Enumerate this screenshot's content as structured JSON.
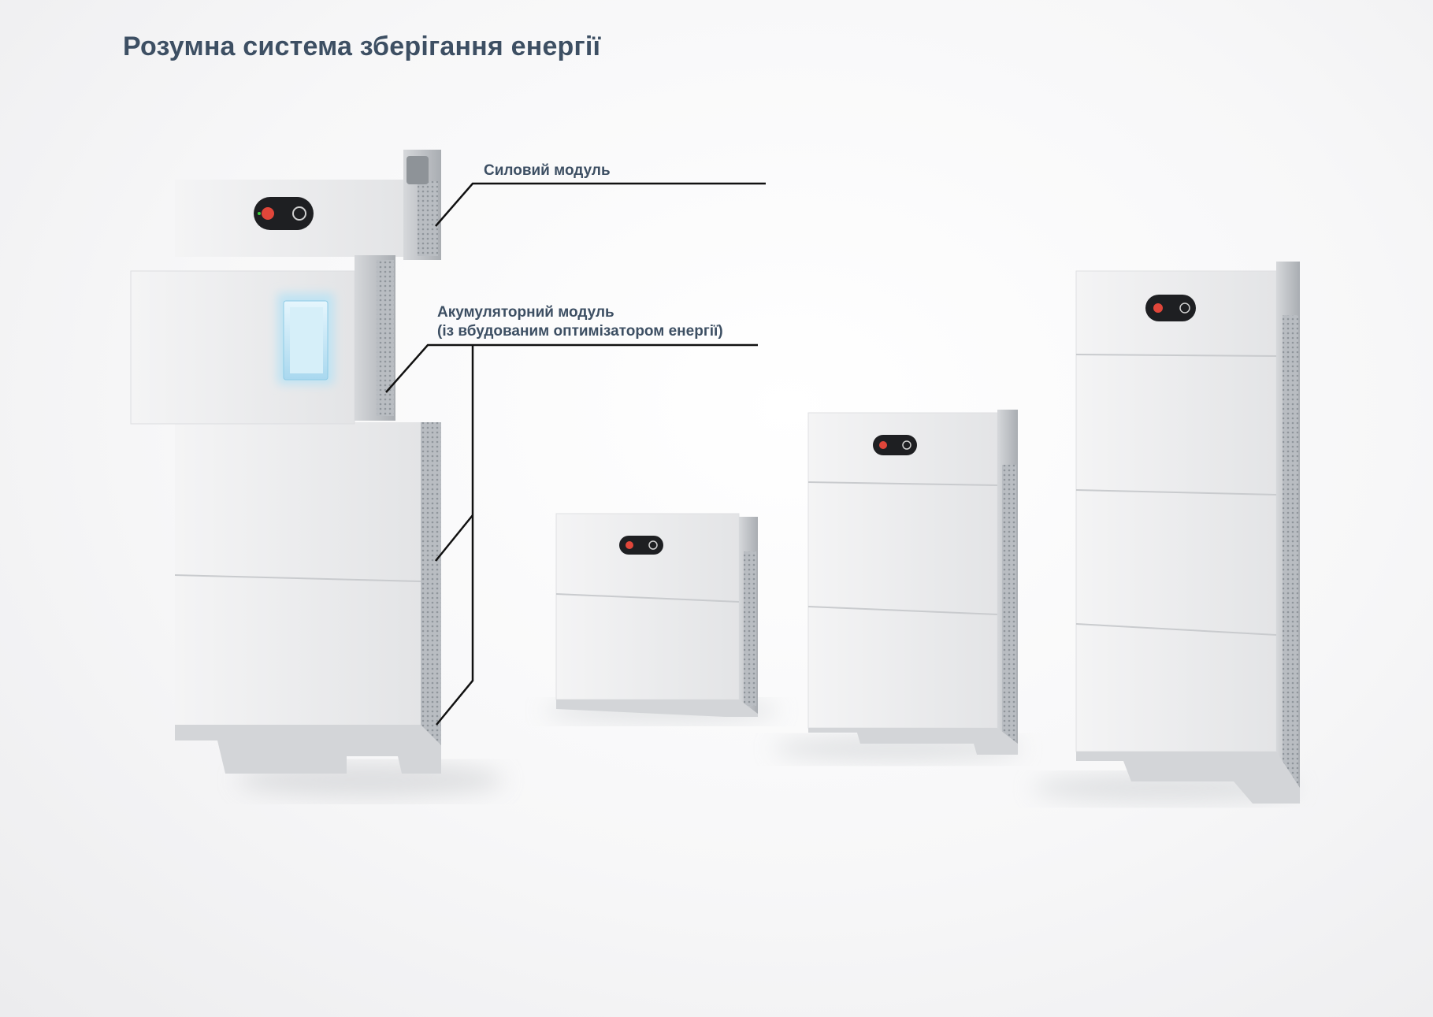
{
  "title": "Розумна система зберігання енергії",
  "labels": {
    "power_module": "Силовий модуль",
    "battery_module_line1": "Акумуляторний модуль",
    "battery_module_line2": "(із вбудованим оптимізатором енергії)"
  },
  "colors": {
    "title": "#3d4f63",
    "unit_face": "#eceded",
    "unit_side": "#bfc2c5",
    "display_panel": "#1e1f22",
    "glow": "#bfe3f3",
    "callout_line": "#111111"
  },
  "icons": [
    "brand-logo-icon",
    "power-button-icon",
    "led-indicator-icon",
    "glow-module-icon"
  ]
}
